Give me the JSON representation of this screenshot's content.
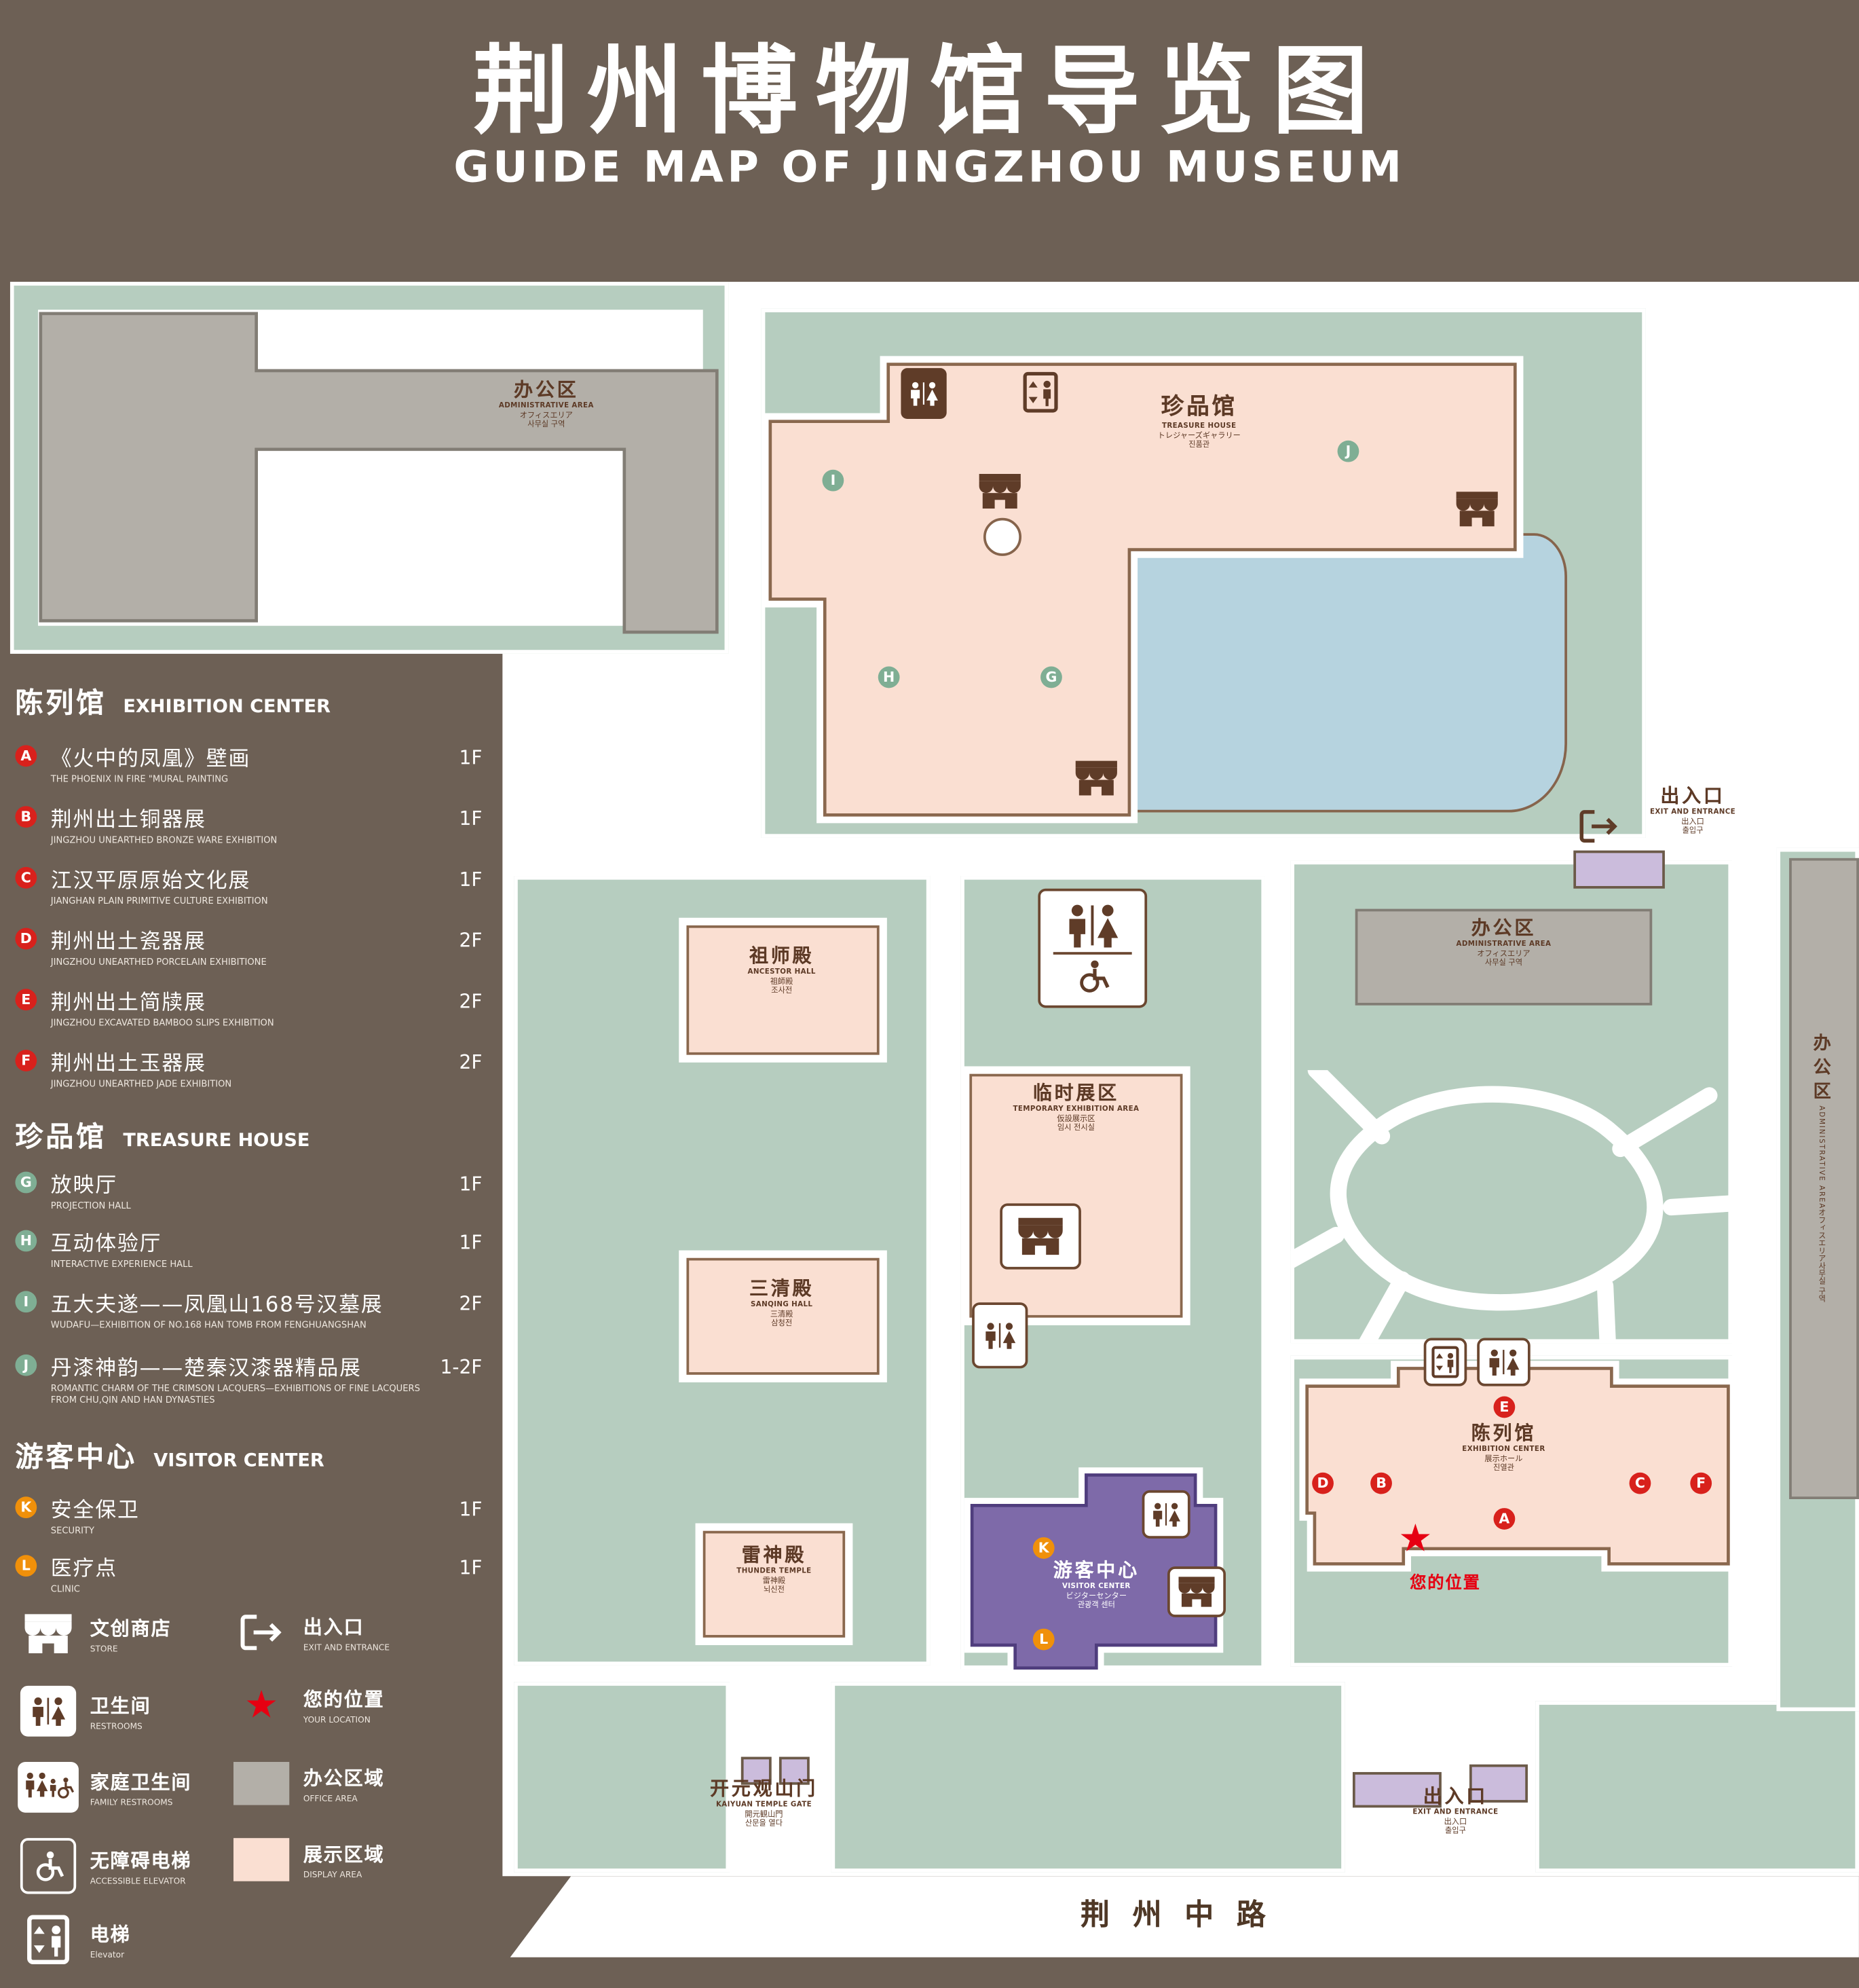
{
  "title": {
    "zh": "荆州博物馆导览图",
    "en": "GUIDE MAP OF JINGZHOU MUSEUM"
  },
  "colors": {
    "background": "#6d6055",
    "lawn_green": "#b6cdbf",
    "display_pink": "#fadfd2",
    "office_gray": "#b3afa8",
    "pond_blue": "#b6d3df",
    "visitor_purple": "#7e6aa9",
    "entrance_lavender": "#cbbcdc",
    "marker_red": "#d8211c",
    "marker_green": "#7fae94",
    "marker_orange": "#f0900a",
    "location_red": "#e60012",
    "map_text_brown": "#5d3a26"
  },
  "icons": {
    "location_star": "★"
  },
  "legend": {
    "sections": [
      {
        "zh": "陈列馆",
        "en": "EXHIBITION CENTER",
        "items": [
          {
            "letter": "A",
            "zh": "《火中的凤凰》壁画",
            "en": "THE PHOENIX IN FIRE \"MURAL PAINTING",
            "floor": "1F"
          },
          {
            "letter": "B",
            "zh": "荆州出土铜器展",
            "en": "JINGZHOU UNEARTHED BRONZE WARE EXHIBITION",
            "floor": "1F"
          },
          {
            "letter": "C",
            "zh": "江汉平原原始文化展",
            "en": "JIANGHAN PLAIN PRIMITIVE CULTURE EXHIBITION",
            "floor": "1F"
          },
          {
            "letter": "D",
            "zh": "荆州出土瓷器展",
            "en": "JINGZHOU UNEARTHED PORCELAIN EXHIBITIONE",
            "floor": "2F"
          },
          {
            "letter": "E",
            "zh": "荆州出土简牍展",
            "en": "JINGZHOU EXCAVATED BAMBOO SLIPS EXHIBITION",
            "floor": "2F"
          },
          {
            "letter": "F",
            "zh": "荆州出土玉器展",
            "en": "JINGZHOU UNEARTHED JADE EXHIBITION",
            "floor": "2F"
          }
        ]
      },
      {
        "zh": "珍品馆",
        "en": "TREASURE HOUSE",
        "items": [
          {
            "letter": "G",
            "zh": "放映厅",
            "en": "PROJECTION HALL",
            "floor": "1F"
          },
          {
            "letter": "H",
            "zh": "互动体验厅",
            "en": "INTERACTIVE EXPERIENCE HALL",
            "floor": "1F"
          },
          {
            "letter": "I",
            "zh": "五大夫遂——凤凰山168号汉墓展",
            "en": "WUDAFU—EXHIBITION OF NO.168 HAN TOMB FROM FENGHUANGSHAN",
            "floor": "2F"
          },
          {
            "letter": "J",
            "zh": "丹漆神韵——楚秦汉漆器精品展",
            "en": "ROMANTIC CHARM OF THE CRIMSON LACQUERS—EXHIBITIONS OF FINE LACQUERS FROM CHU,QIN AND HAN DYNASTIES",
            "floor": "1-2F"
          }
        ]
      },
      {
        "zh": "游客中心",
        "en": "VISITOR CENTER",
        "items": [
          {
            "letter": "K",
            "zh": "安全保卫",
            "en": "SECURITY",
            "floor": "1F"
          },
          {
            "letter": "L",
            "zh": "医疗点",
            "en": "CLINIC",
            "floor": "1F"
          }
        ]
      }
    ],
    "symbols": [
      {
        "zh": "文创商店",
        "en": "STORE",
        "icon": "store-icon"
      },
      {
        "zh": "出入口",
        "en": "EXIT AND ENTRANCE",
        "icon": "exit-icon"
      },
      {
        "zh": "卫生间",
        "en": "RESTROOMS",
        "icon": "restroom-icon"
      },
      {
        "zh": "您的位置",
        "en": "YOUR LOCATION",
        "icon": "location-star-icon"
      },
      {
        "zh": "家庭卫生间",
        "en": "FAMILY RESTROOMS",
        "icon": "family-restroom-icon"
      },
      {
        "zh": "办公区域",
        "en": "OFFICE AREA",
        "icon": "office-area-swatch"
      },
      {
        "zh": "无障碍电梯",
        "en": "ACCESSIBLE ELEVATOR",
        "icon": "accessible-elevator-icon"
      },
      {
        "zh": "展示区域",
        "en": "DISPLAY AREA",
        "icon": "display-area-swatch"
      },
      {
        "zh": "电梯",
        "en": "Elevator",
        "icon": "elevator-icon"
      }
    ]
  },
  "map": {
    "labels": {
      "admin": {
        "zh": "办公区",
        "en": "ADMINISTRATIVE AREA",
        "ja": "オフィスエリア",
        "ko": "사무실 구역"
      },
      "treasure": {
        "zh": "珍品馆",
        "en": "TREASURE HOUSE",
        "ja": "トレジャーズギャラリー",
        "ko": "진품관"
      },
      "exit": {
        "zh": "出入口",
        "en": "EXIT AND ENTRANCE",
        "ja": "出入口",
        "ko": "출입구"
      },
      "ancestor": {
        "zh": "祖师殿",
        "en": "ANCESTOR HALL",
        "ja": "祖師殿",
        "ko": "조사전"
      },
      "temporary": {
        "zh": "临时展区",
        "en": "TEMPORARY EXHIBITION AREA",
        "ja": "仮設展示区",
        "ko": "임시 전시실"
      },
      "sanqing": {
        "zh": "三清殿",
        "en": "SANQING HALL",
        "ja": "三清殿",
        "ko": "삼청전"
      },
      "exhibition": {
        "zh": "陈列馆",
        "en": "EXHIBITION CENTER",
        "ja": "展示ホール",
        "ko": "진열관"
      },
      "thunder": {
        "zh": "雷神殿",
        "en": "THUNDER TEMPLE",
        "ja": "雷神殿",
        "ko": "뇌신전"
      },
      "visitor": {
        "zh": "游客中心",
        "en": "VISITOR CENTER",
        "ja": "ビジターセンター",
        "ko": "관광객 센터"
      },
      "gate": {
        "zh": "开元观山门",
        "en": "KAIYUAN TEMPLE GATE",
        "ja": "開元観山門",
        "ko": "산문을 열다"
      },
      "road": "荆州中路",
      "your_location": "您的位置"
    },
    "markers": {
      "A": "A",
      "B": "B",
      "C": "C",
      "D": "D",
      "E": "E",
      "F": "F",
      "G": "G",
      "H": "H",
      "I": "I",
      "J": "J",
      "K": "K",
      "L": "L"
    }
  }
}
